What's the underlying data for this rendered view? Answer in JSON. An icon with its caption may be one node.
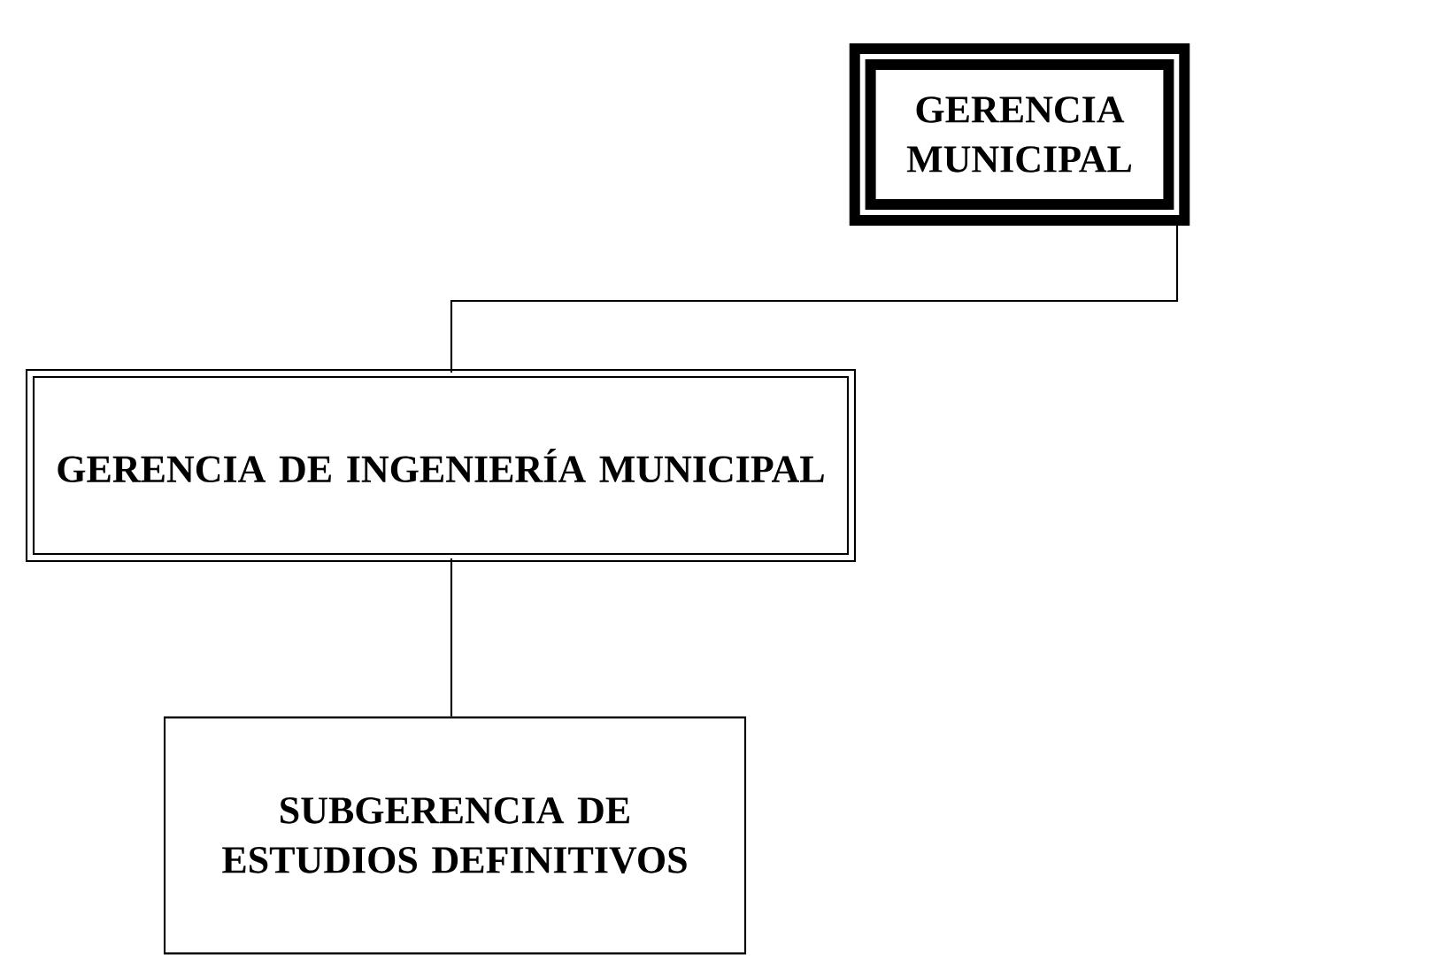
{
  "diagram": {
    "nodes": [
      {
        "text": [
          "GERENCIA MUNICIPAL"
        ]
      },
      {
        "text": [
          "GERENCIA DE INGENIERÍA MUNICIPAL"
        ]
      },
      {
        "text": [
          "SUBGERENCIA DE ESTUDIOS DEFINITIVOS"
        ]
      }
    ],
    "edges": [
      {
        "from": 0,
        "to": 1,
        "arrow": "none"
      },
      {
        "from": 1,
        "to": 2,
        "arrow": "none"
      }
    ]
  }
}
